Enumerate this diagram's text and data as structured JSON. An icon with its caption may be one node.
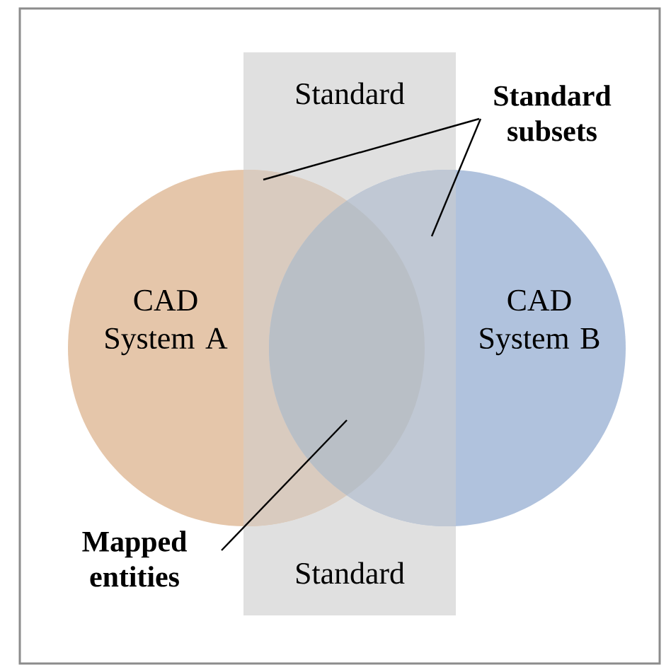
{
  "diagram": {
    "nodes": [
      {
        "text": [
          "Standard",
          "Standard"
        ]
      },
      {
        "text": [
          "CAD System A"
        ]
      },
      {
        "text": [
          "CAD System B"
        ]
      },
      {
        "text": [
          "Standard subsets"
        ]
      },
      {
        "text": [
          "Mapped entities"
        ]
      }
    ],
    "edges": [
      {
        "from": 3,
        "to": 0,
        "arrow": "none"
      },
      {
        "from": 3,
        "to": 0,
        "arrow": "none"
      },
      {
        "from": 4,
        "to": 0,
        "arrow": "none"
      }
    ]
  }
}
